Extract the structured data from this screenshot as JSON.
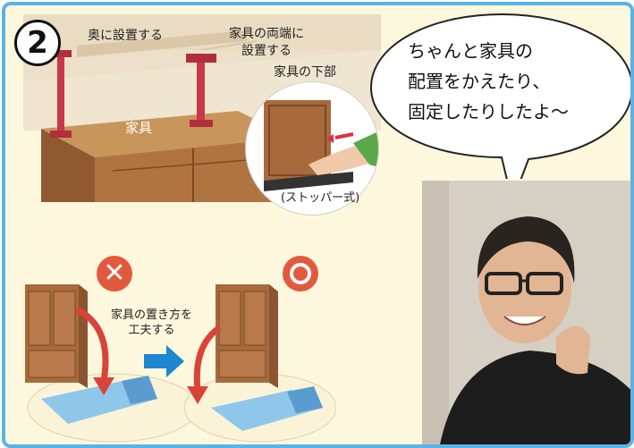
{
  "step": {
    "number": "2"
  },
  "furniture_scene": {
    "label_back": "奥に設置する",
    "label_ends_line1": "家具の両端に",
    "label_ends_line2": "設置する",
    "label_bottom": "家具の下部",
    "label_furniture": "家具",
    "label_stopper": "(ストッパー式)"
  },
  "speech": {
    "line1": "ちゃんと家具の",
    "line2": "配置をかえたり、",
    "line3": "固定したりしたよ〜"
  },
  "placement": {
    "wrong_mark": "✕",
    "correct_mark_icon": "double-circle-icon",
    "label_line1": "家具の置き方を",
    "label_line2": "工夫する"
  },
  "colors": {
    "border": "#5ab3e6",
    "background": "#fdf7dd",
    "pole": "#c8384a",
    "cabinet": "#a86a3c",
    "bed": "#8ec7ea",
    "arrow_red": "#d94438",
    "arrow_blue": "#1f86d0"
  }
}
